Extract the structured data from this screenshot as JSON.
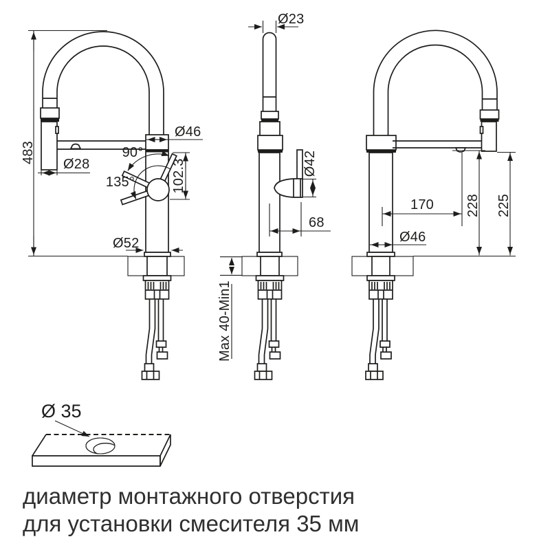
{
  "drawing": {
    "front": {
      "height": "483",
      "body_dia": "Ø46",
      "spray_dia": "Ø28",
      "angle90": "90°",
      "angle135": "135°",
      "handle_h": "102.3",
      "base_dia": "Ø52"
    },
    "side": {
      "spout_dia": "Ø23",
      "knob_dia": "Ø42",
      "handle_len": "68",
      "deck": "Max 40-Min1"
    },
    "back": {
      "reach": "170",
      "h_outlet": "228",
      "h_spray": "225",
      "body_dia": "Ø46"
    },
    "hole_label": "Ø 35",
    "caption1": "диаметр монтажного отверстия",
    "caption2": "для установки смесителя 35 мм"
  },
  "colors": {
    "line": "#1d1d1b",
    "hole": "#a9b5ad",
    "caption": "#2f2f2f",
    "bg": "#ffffff"
  }
}
